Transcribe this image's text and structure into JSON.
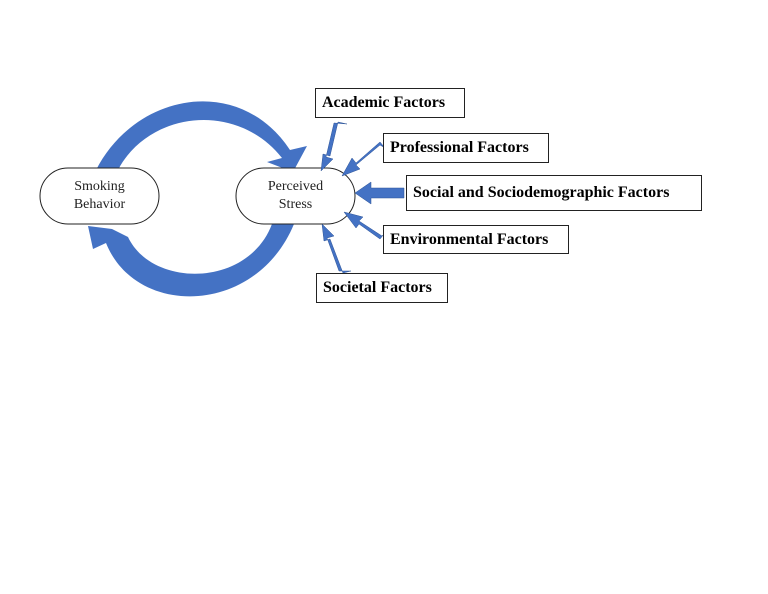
{
  "diagram": {
    "nodes": {
      "smoking": {
        "line1": "Smoking",
        "line2": "Behavior"
      },
      "stress": {
        "line1": "Perceived",
        "line2": "Stress"
      }
    },
    "factors": {
      "academic": "Academic Factors",
      "professional": "Professional Factors",
      "social": "Social and Sociodemographic Factors",
      "environmental": "Environmental Factors",
      "societal": "Societal Factors"
    },
    "colors": {
      "arrow": "#4472C4",
      "border": "#222222",
      "text": "#000000"
    }
  }
}
